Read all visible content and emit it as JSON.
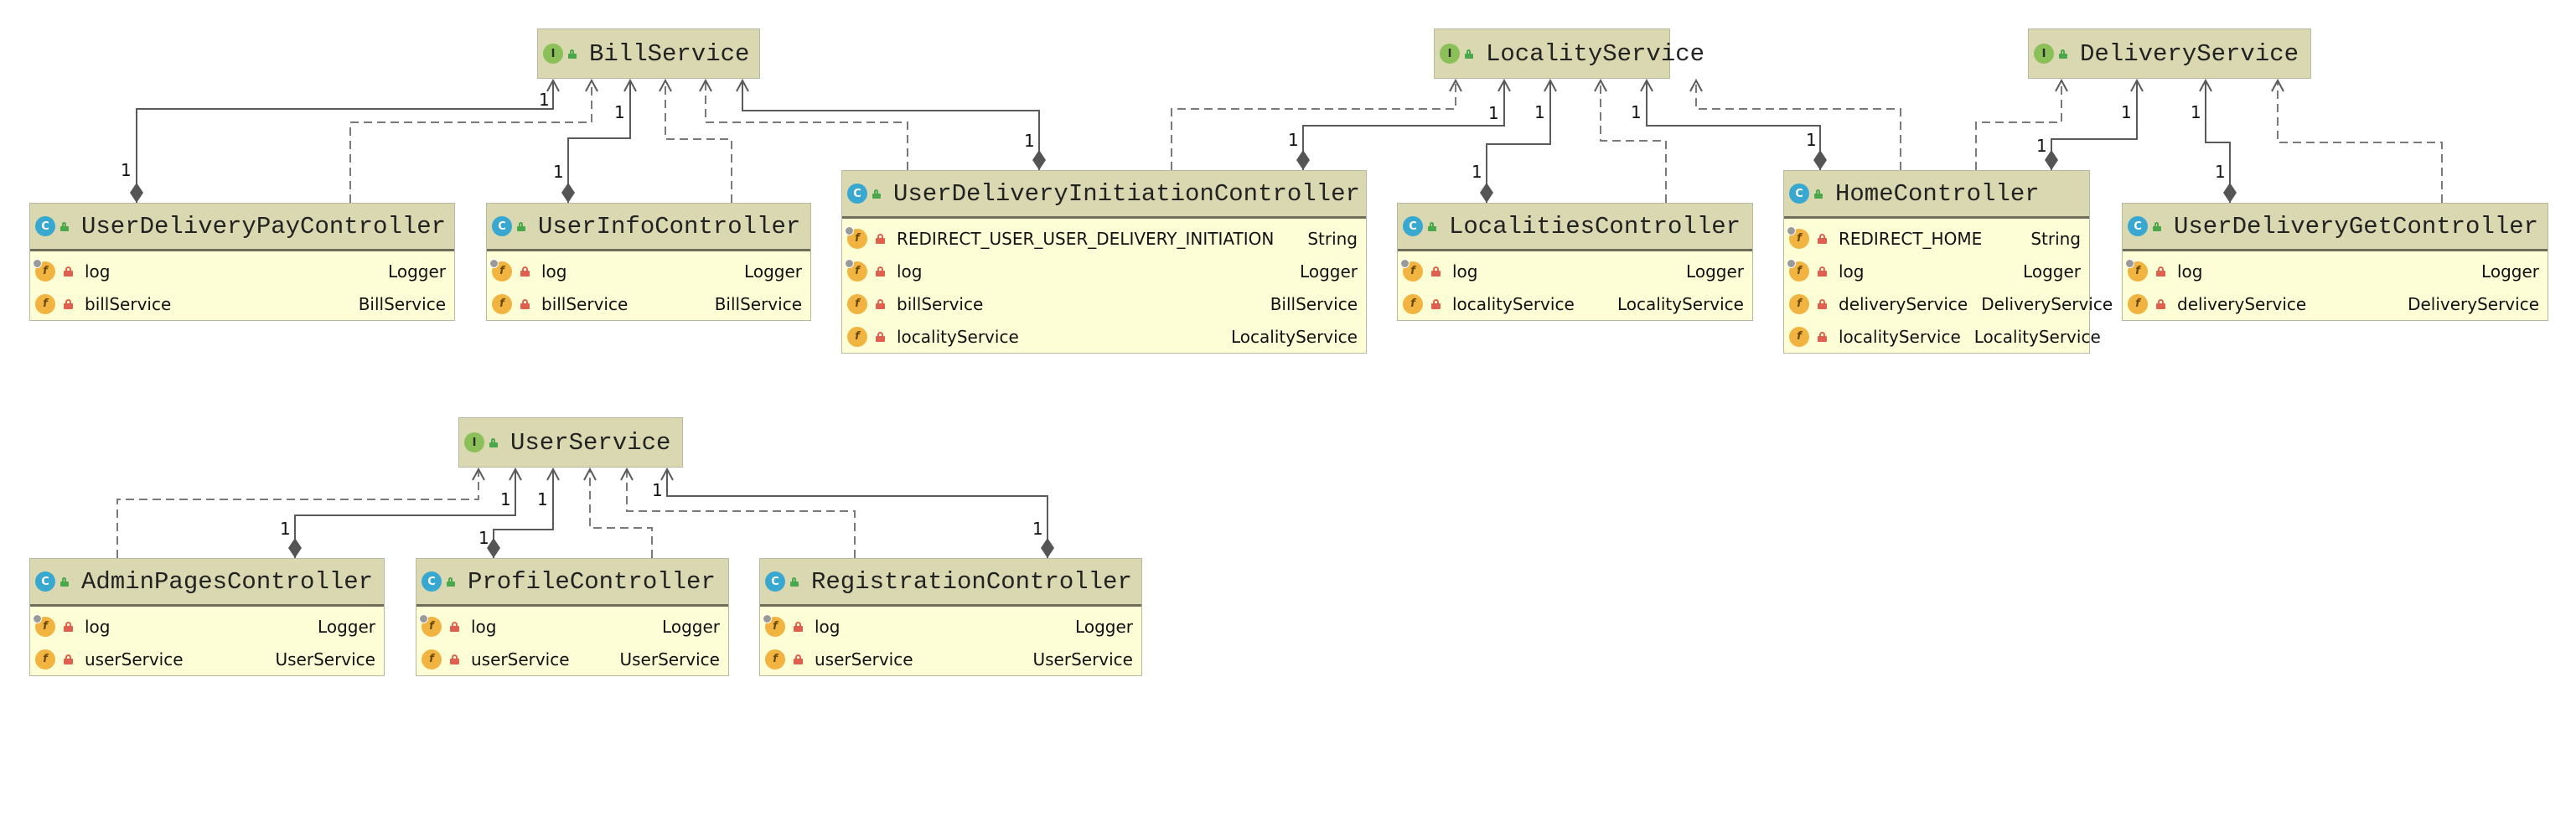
{
  "multiplicity": "1",
  "nodes": {
    "BillService": {
      "kind": "I",
      "name": "BillService",
      "fields": []
    },
    "LocalityService": {
      "kind": "I",
      "name": "LocalityService",
      "fields": []
    },
    "DeliveryService": {
      "kind": "I",
      "name": "DeliveryService",
      "fields": []
    },
    "UserService": {
      "kind": "I",
      "name": "UserService",
      "fields": []
    },
    "UserDeliveryPayController": {
      "kind": "C",
      "name": "UserDeliveryPayController",
      "fields": [
        {
          "name": "log",
          "type": "Logger",
          "static": true
        },
        {
          "name": "billService",
          "type": "BillService",
          "static": false
        }
      ]
    },
    "UserInfoController": {
      "kind": "C",
      "name": "UserInfoController",
      "fields": [
        {
          "name": "log",
          "type": "Logger",
          "static": true
        },
        {
          "name": "billService",
          "type": "BillService",
          "static": false
        }
      ]
    },
    "UserDeliveryInitiationController": {
      "kind": "C",
      "name": "UserDeliveryInitiationController",
      "fields": [
        {
          "name": "REDIRECT_USER_USER_DELIVERY_INITIATION",
          "type": "String",
          "static": true
        },
        {
          "name": "log",
          "type": "Logger",
          "static": true
        },
        {
          "name": "billService",
          "type": "BillService",
          "static": false
        },
        {
          "name": "localityService",
          "type": "LocalityService",
          "static": false
        }
      ]
    },
    "LocalitiesController": {
      "kind": "C",
      "name": "LocalitiesController",
      "fields": [
        {
          "name": "log",
          "type": "Logger",
          "static": true
        },
        {
          "name": "localityService",
          "type": "LocalityService",
          "static": false
        }
      ]
    },
    "HomeController": {
      "kind": "C",
      "name": "HomeController",
      "fields": [
        {
          "name": "REDIRECT_HOME",
          "type": "String",
          "static": true
        },
        {
          "name": "log",
          "type": "Logger",
          "static": true
        },
        {
          "name": "deliveryService",
          "type": "DeliveryService",
          "static": false
        },
        {
          "name": "localityService",
          "type": "LocalityService",
          "static": false
        }
      ]
    },
    "UserDeliveryGetController": {
      "kind": "C",
      "name": "UserDeliveryGetController",
      "fields": [
        {
          "name": "log",
          "type": "Logger",
          "static": true
        },
        {
          "name": "deliveryService",
          "type": "DeliveryService",
          "static": false
        }
      ]
    },
    "AdminPagesController": {
      "kind": "C",
      "name": "AdminPagesController",
      "fields": [
        {
          "name": "log",
          "type": "Logger",
          "static": true
        },
        {
          "name": "userService",
          "type": "UserService",
          "static": false
        }
      ]
    },
    "ProfileController": {
      "kind": "C",
      "name": "ProfileController",
      "fields": [
        {
          "name": "log",
          "type": "Logger",
          "static": true
        },
        {
          "name": "userService",
          "type": "UserService",
          "static": false
        }
      ]
    },
    "RegistrationController": {
      "kind": "C",
      "name": "RegistrationController",
      "fields": [
        {
          "name": "log",
          "type": "Logger",
          "static": true
        },
        {
          "name": "userService",
          "type": "UserService",
          "static": false
        }
      ]
    }
  },
  "edges": [
    {
      "from": "UserDeliveryPayController",
      "to": "BillService",
      "type": "composition"
    },
    {
      "from": "UserDeliveryPayController",
      "to": "BillService",
      "type": "dependency"
    },
    {
      "from": "UserInfoController",
      "to": "BillService",
      "type": "composition"
    },
    {
      "from": "UserInfoController",
      "to": "BillService",
      "type": "dependency"
    },
    {
      "from": "UserDeliveryInitiationController",
      "to": "BillService",
      "type": "composition"
    },
    {
      "from": "UserDeliveryInitiationController",
      "to": "BillService",
      "type": "dependency"
    },
    {
      "from": "UserDeliveryInitiationController",
      "to": "LocalityService",
      "type": "composition"
    },
    {
      "from": "UserDeliveryInitiationController",
      "to": "LocalityService",
      "type": "dependency"
    },
    {
      "from": "LocalitiesController",
      "to": "LocalityService",
      "type": "composition"
    },
    {
      "from": "LocalitiesController",
      "to": "LocalityService",
      "type": "dependency"
    },
    {
      "from": "HomeController",
      "to": "LocalityService",
      "type": "composition"
    },
    {
      "from": "HomeController",
      "to": "LocalityService",
      "type": "dependency"
    },
    {
      "from": "HomeController",
      "to": "DeliveryService",
      "type": "composition"
    },
    {
      "from": "HomeController",
      "to": "DeliveryService",
      "type": "dependency"
    },
    {
      "from": "UserDeliveryGetController",
      "to": "DeliveryService",
      "type": "composition"
    },
    {
      "from": "UserDeliveryGetController",
      "to": "DeliveryService",
      "type": "dependency"
    },
    {
      "from": "AdminPagesController",
      "to": "UserService",
      "type": "composition"
    },
    {
      "from": "AdminPagesController",
      "to": "UserService",
      "type": "dependency"
    },
    {
      "from": "ProfileController",
      "to": "UserService",
      "type": "composition"
    },
    {
      "from": "ProfileController",
      "to": "UserService",
      "type": "dependency"
    },
    {
      "from": "RegistrationController",
      "to": "UserService",
      "type": "composition"
    },
    {
      "from": "RegistrationController",
      "to": "UserService",
      "type": "dependency"
    }
  ]
}
